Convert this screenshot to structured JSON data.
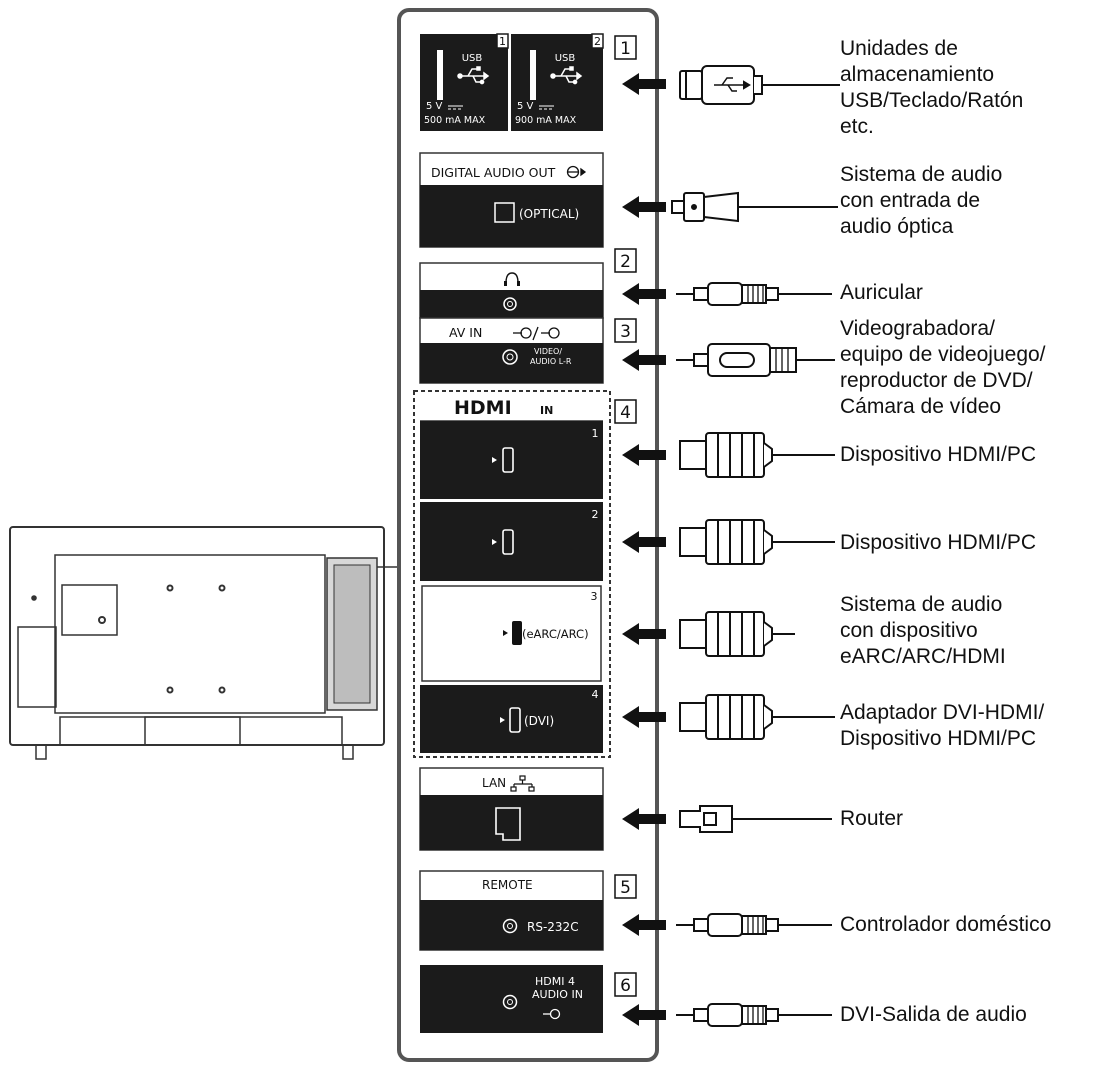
{
  "diagram": {
    "usb": {
      "port1": {
        "number": "1",
        "title": "USB",
        "voltage": "5 V",
        "current": "500 mA MAX"
      },
      "port2": {
        "number": "2",
        "title": "USB",
        "voltage": "5 V",
        "current": "900 mA MAX"
      }
    },
    "digital_audio": {
      "title": "DIGITAL AUDIO OUT",
      "sub": "(OPTICAL)"
    },
    "av_in": {
      "title": "AV IN",
      "sub_line1": "VIDEO/",
      "sub_line2": "AUDIO L-R"
    },
    "hdmi": {
      "logo": "HDMI",
      "in_label": "IN",
      "ports": [
        {
          "number": "1",
          "tag": ""
        },
        {
          "number": "2",
          "tag": ""
        },
        {
          "number": "3",
          "tag": "(eARC/ARC)"
        },
        {
          "number": "4",
          "tag": "(DVI)"
        }
      ]
    },
    "lan": {
      "title": "LAN"
    },
    "remote": {
      "title": "REMOTE",
      "sub": "RS-232C"
    },
    "hdmi4_audio": {
      "line1": "HDMI 4",
      "line2": "AUDIO IN"
    },
    "section_numbers": [
      "1",
      "2",
      "3",
      "4",
      "5",
      "6"
    ],
    "labels": {
      "usb_devices": [
        "Unidades de",
        "almacenamiento",
        "USB/Teclado/Ratón",
        "etc."
      ],
      "optical": [
        "Sistema de audio",
        "con entrada de",
        "audio óptica"
      ],
      "headphone": [
        "Auricular"
      ],
      "av": [
        "Videograbadora/",
        "equipo de videojuego/",
        "reproductor de DVD/",
        "Cámara de vídeo"
      ],
      "hdmi1": [
        "Dispositivo HDMI/PC"
      ],
      "hdmi2": [
        "Dispositivo HDMI/PC"
      ],
      "hdmi3": [
        "Sistema de audio",
        "con dispositivo",
        "eARC/ARC/HDMI"
      ],
      "hdmi4": [
        "Adaptador DVI-HDMI/",
        "Dispositivo HDMI/PC"
      ],
      "lan": [
        "Router"
      ],
      "remote": [
        "Controlador doméstico"
      ],
      "audio_in": [
        "DVI-Salida de audio"
      ]
    }
  }
}
